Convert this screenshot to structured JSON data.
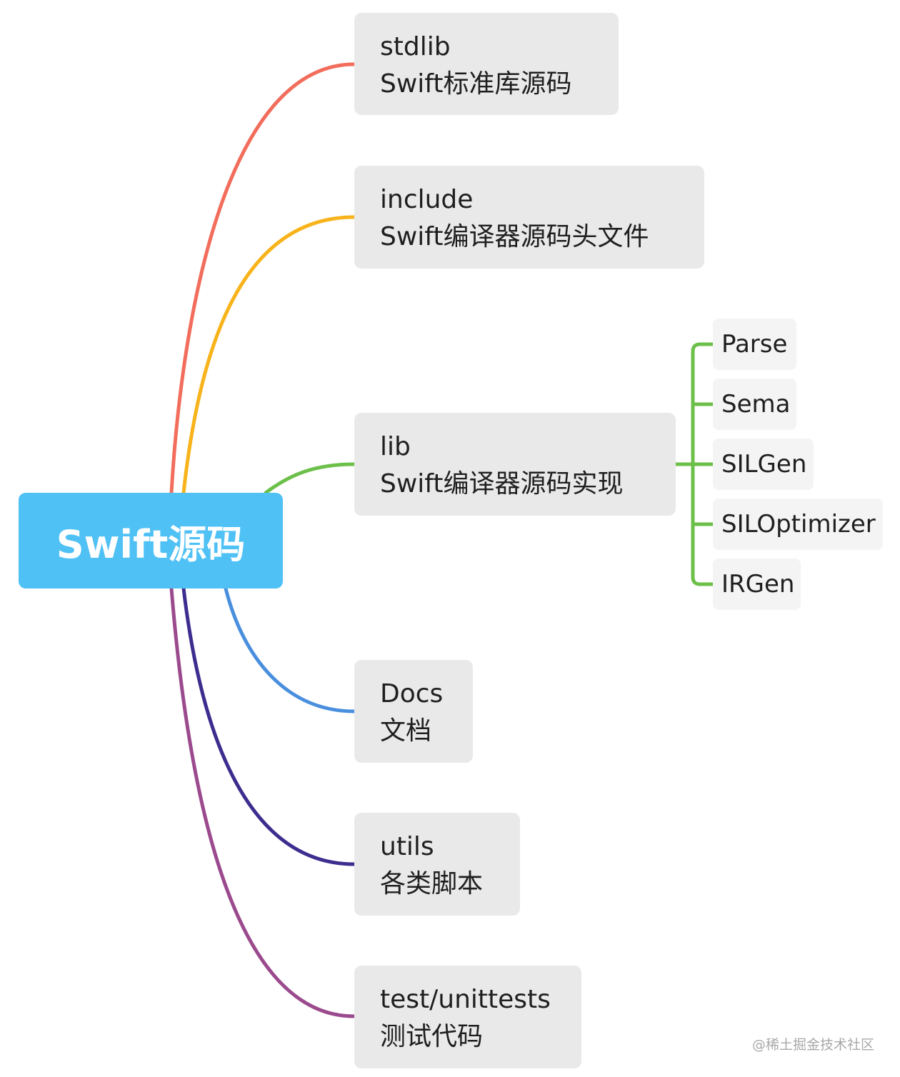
{
  "root": {
    "label": "Swift源码"
  },
  "branches": [
    {
      "title": "stdlib",
      "desc": "Swift标准库源码",
      "color": "#f26d5b"
    },
    {
      "title": "include",
      "desc": "Swift编译器源码头文件",
      "color": "#f8b31b"
    },
    {
      "title": "lib",
      "desc": "Swift编译器源码实现",
      "color": "#6cc04a"
    },
    {
      "title": "Docs",
      "desc": "文档",
      "color": "#4a8fde"
    },
    {
      "title": "utils",
      "desc": "各类脚本",
      "color": "#3e2d8f"
    },
    {
      "title": "test/unittests",
      "desc": "测试代码",
      "color": "#9b4a8e"
    }
  ],
  "lib_children": [
    "Parse",
    "Sema",
    "SILGen",
    "SILOptimizer",
    "IRGen"
  ],
  "watermark": "@稀土掘金技术社区"
}
